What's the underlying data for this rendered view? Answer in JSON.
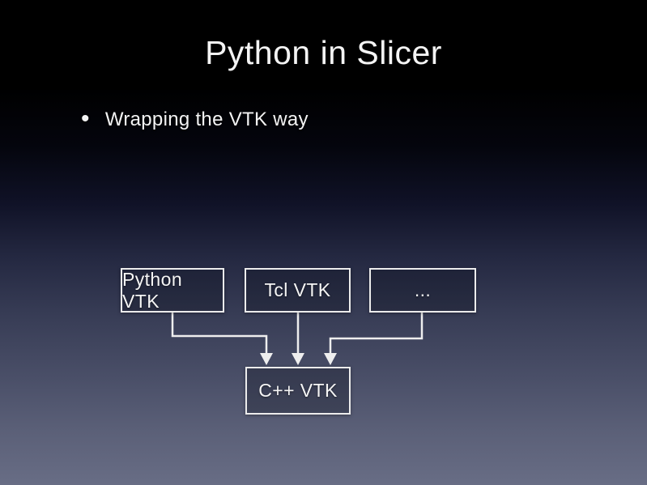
{
  "slide": {
    "title": "Python in Slicer",
    "bullet_marker": "•",
    "bullet_text": "Wrapping the VTK way"
  },
  "diagram": {
    "boxes": [
      {
        "id": "python-vtk",
        "label": "Python VTK"
      },
      {
        "id": "tcl-vtk",
        "label": "Tcl VTK"
      },
      {
        "id": "ellipsis",
        "label": "..."
      },
      {
        "id": "cpp-vtk",
        "label": "C++ VTK"
      }
    ],
    "connections": [
      {
        "from": "python-vtk",
        "to": "cpp-vtk"
      },
      {
        "from": "tcl-vtk",
        "to": "cpp-vtk"
      },
      {
        "from": "ellipsis",
        "to": "cpp-vtk"
      }
    ]
  },
  "colors": {
    "background_top": "#000000",
    "background_mid": "#242841",
    "background_bottom": "#686d85",
    "box_border": "#ececec",
    "box_fill": "rgba(8,9,20,0.28)",
    "connector": "#eeeeee",
    "text": "#f4f4f4"
  }
}
